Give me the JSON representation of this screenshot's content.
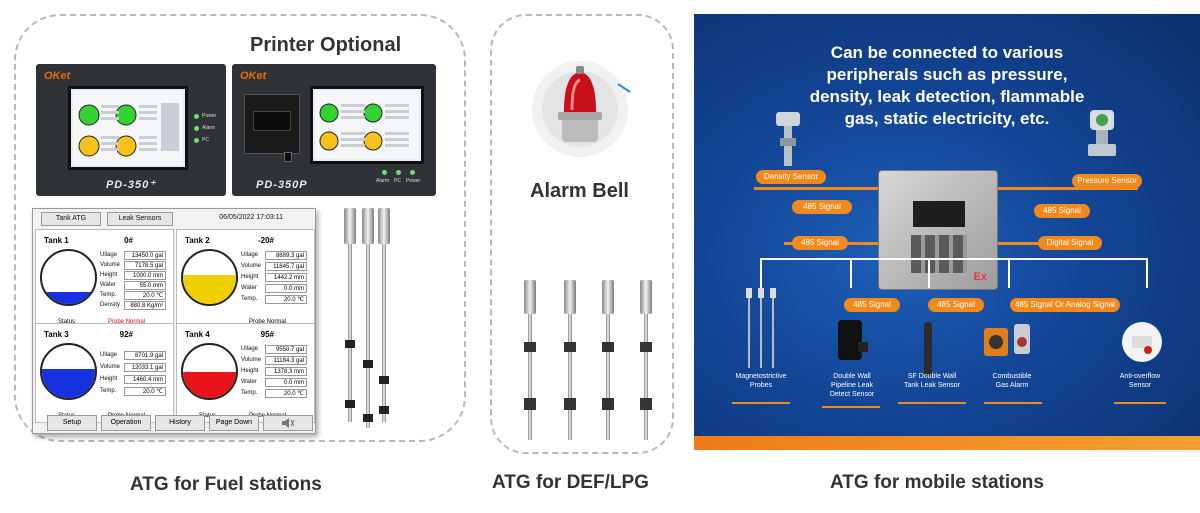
{
  "panels": {
    "fuel": {
      "header": "Printer Optional",
      "caption": "ATG for Fuel stations",
      "units": [
        {
          "brand": "OKet",
          "model": "PD-350⁺",
          "leds": [
            "Power",
            "Alarm",
            "PC"
          ]
        },
        {
          "brand": "OKet",
          "model": "PD-350P",
          "leds": [
            "Alarm",
            "PC",
            "Power"
          ]
        }
      ],
      "hmi": {
        "tabs": [
          "Tank ATG",
          "Leak Sensors"
        ],
        "datetime": "06/05/2022 17:03:11",
        "field_labels": [
          "Ullage",
          "Volume",
          "Height",
          "Water",
          "Temp.",
          "Density"
        ],
        "status_label": "Status",
        "tanks": [
          {
            "name": "Tank 1",
            "code": "0#",
            "ullage": "13450.0 gal",
            "volume": "7178.5 gal",
            "height": "1000.0 mm",
            "water": "55.0 mm",
            "temp": "20.0 ℃",
            "density": "880.8 Kg/m³",
            "probe": "Probe Normal",
            "fill_color": "#1631e0",
            "fill_level": 0.22,
            "probe_alert": true
          },
          {
            "name": "Tank 2",
            "code": "-20#",
            "ullage": "8889.3 gal",
            "volume": "11845.7 gal",
            "height": "1442.2 mm",
            "water": "0.0 mm",
            "temp": "20.0 ℃",
            "probe": "Probe Normal",
            "fill_color": "#f0cf00",
            "fill_level": 0.55,
            "probe_alert": false
          },
          {
            "name": "Tank 3",
            "code": "92#",
            "ullage": "8701.9 gal",
            "volume": "12033.1 gal",
            "height": "1460.4 mm",
            "temp": "20.0 ℃",
            "probe": "Probe Normal",
            "fill_color": "#1631e0",
            "fill_level": 0.55,
            "probe_alert": false
          },
          {
            "name": "Tank 4",
            "code": "95#",
            "ullage": "9550.7 gal",
            "volume": "11184.3 gal",
            "height": "1378.3 mm",
            "water": "0.0 mm",
            "temp": "20.0 ℃",
            "probe": "Probe Normal",
            "fill_color": "#e8141a",
            "fill_level": 0.5,
            "probe_alert": false
          }
        ],
        "buttons": [
          "Setup",
          "Operation",
          "History",
          "Page Down"
        ],
        "speaker_icon": "speaker-icon"
      }
    },
    "def": {
      "header": "Alarm Bell",
      "caption": "ATG for DEF/LPG"
    },
    "mobile": {
      "caption": "ATG for mobile stations",
      "headline": [
        "Can be connected to various",
        "peripherals such as pressure,",
        "density, leak detection, flammable",
        "gas, static electricity, etc."
      ],
      "tags": {
        "density": "Density Sensor",
        "pressure": "Pressure Sensor",
        "s485_left": "485 Signal",
        "s485_right": "485 Signal",
        "s485_mid": "485 Signal",
        "digital": "Digital Signal",
        "s485_b1": "485 Signal",
        "s485_b2": "485 Signal",
        "s485_analog": "485 Signal Or Analog Signal"
      },
      "sensors": [
        {
          "label": [
            "Magnetostrictive",
            "Probes"
          ]
        },
        {
          "label": [
            "Double Wall",
            "Pipeline Leak",
            "Detect Sensor"
          ]
        },
        {
          "label": [
            "SF Double Wall",
            "Tank Leak Sensor"
          ]
        },
        {
          "label": [
            "Combustible",
            "Gas Alarm"
          ]
        },
        {
          "label": [
            "Anti-overflow",
            "Sensor"
          ]
        }
      ],
      "colors": {
        "accent": "#f08a1c",
        "background": "#134596"
      }
    }
  }
}
